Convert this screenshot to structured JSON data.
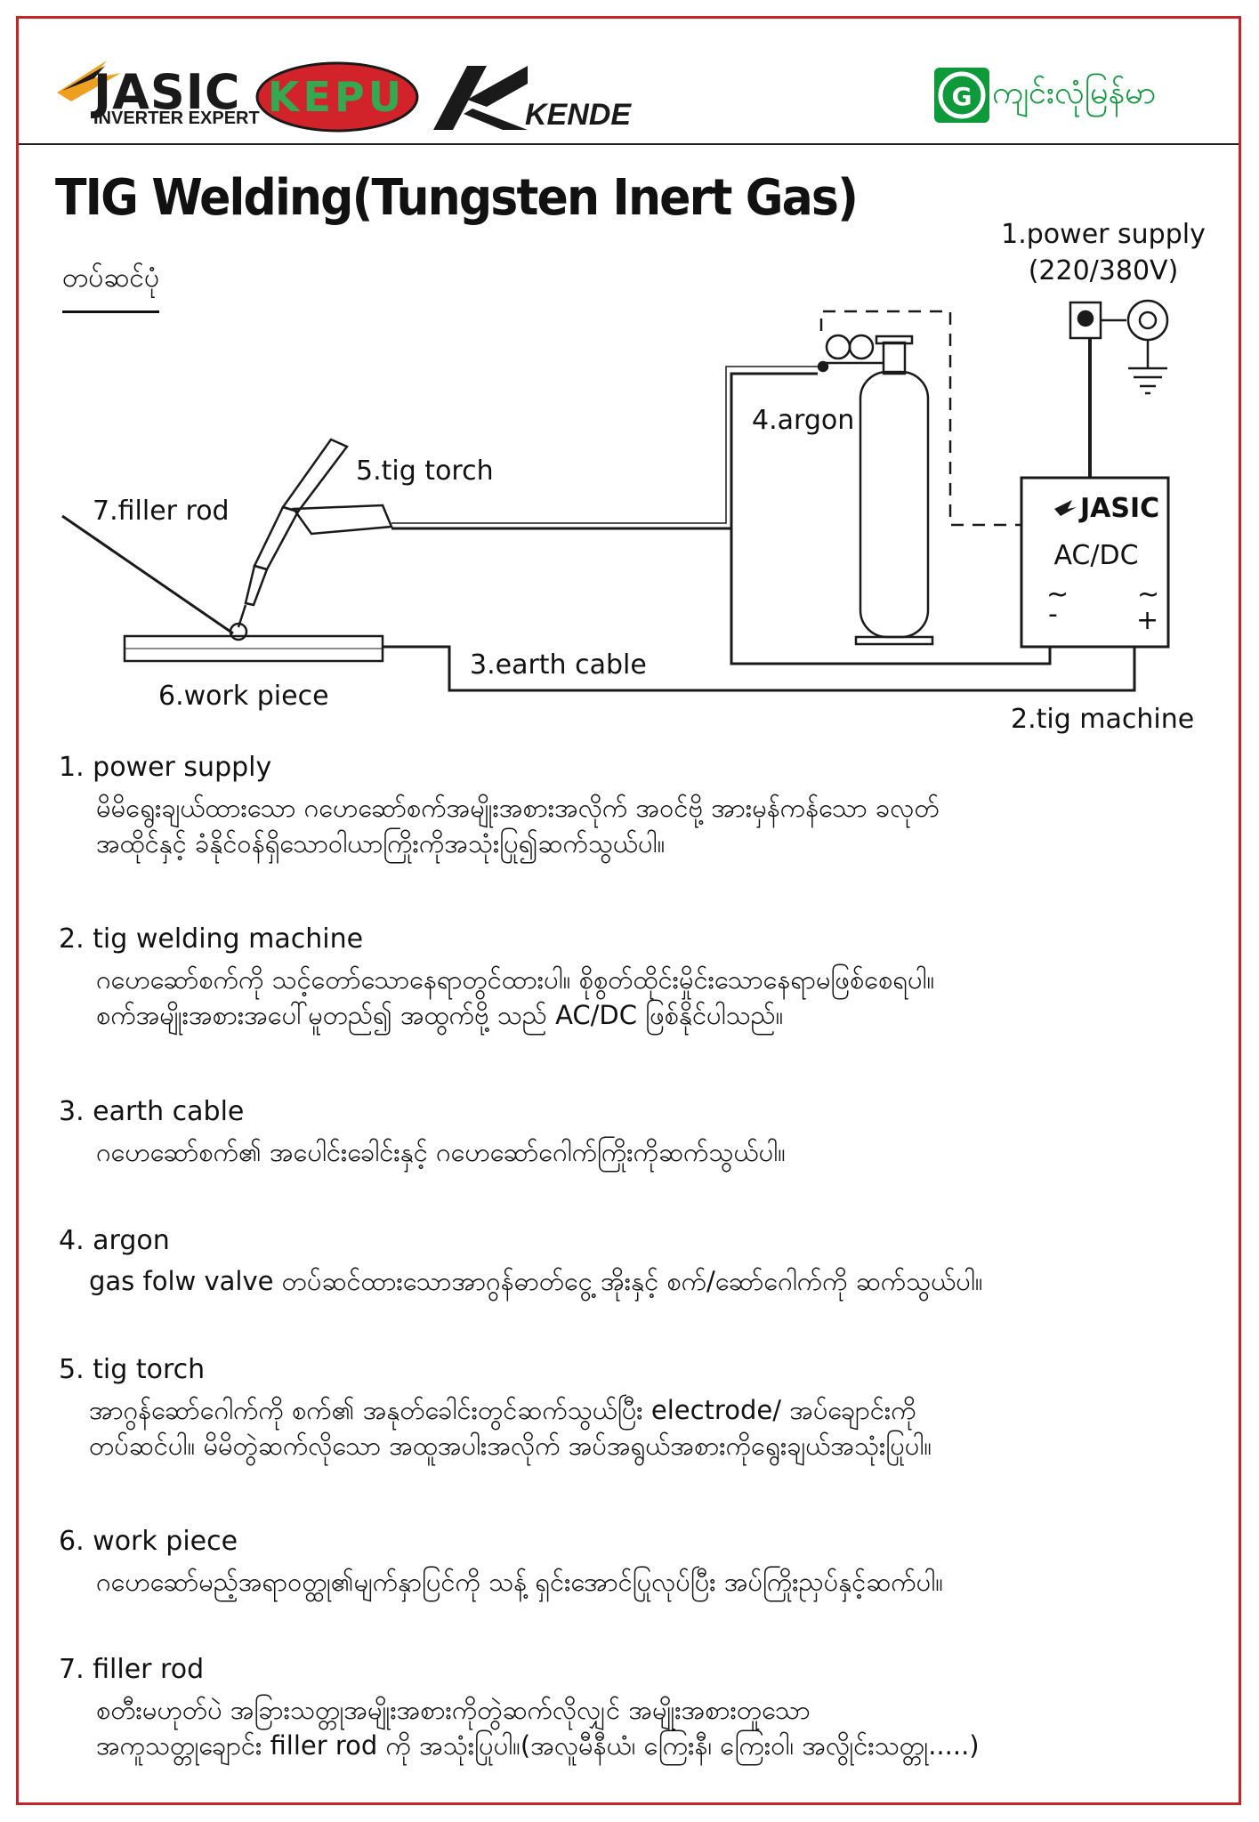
{
  "header": {
    "jasic": {
      "name": "JASIC",
      "tagline": "INVERTER EXPERT"
    },
    "kepu": {
      "name": "KEPU"
    },
    "kende": {
      "name": "KENDE"
    },
    "gj": {
      "name": "ကျင်းလုံမြန်မာ"
    }
  },
  "title": "TIG Welding(Tungsten Inert Gas)",
  "subtitle": "တပ်ဆင်ပုံ",
  "diagram": {
    "labels": {
      "power_supply_1": "1.power supply",
      "power_supply_2": "(220/380V)",
      "argon": "4.argon",
      "tig_torch": "5.tig torch",
      "filler_rod": "7.filler rod",
      "earth_cable": "3.earth cable",
      "work_piece": "6.work piece",
      "tig_machine": "2.tig machine",
      "machine_brand": "JASIC",
      "machine_mode": "AC/DC",
      "terminal_minus": "-",
      "terminal_plus": "+"
    }
  },
  "items": [
    {
      "title": "1. power supply",
      "lines": [
        "မိမိရွေးချယ်ထားသော ဂဟေဆော်စက်အမျိုးအစားအလိုက် အဝင်ဗို့ အားမှန်ကန်သော ခလုတ်",
        "အထိုင်နှင့် ခံနိုင်ဝန်ရှိသောဝါယာကြိုးကိုအသုံးပြု၍ဆက်သွယ်ပါ။"
      ]
    },
    {
      "title": "2. tig welding machine",
      "lines": [
        "ဂဟေဆော်စက်ကို သင့်တော်သောနေရာတွင်ထားပါ။ စိုစွတ်ထိုင်းမှိုင်းသောနေရာမဖြစ်စေရပါ။",
        "စက်အမျိုးအစားအပေါ်မူတည်၍ အထွက်ဗို့ သည် AC/DC ဖြစ်နိုင်ပါသည်။"
      ]
    },
    {
      "title": "3. earth cable",
      "lines": [
        "ဂဟေဆော်စက်၏ အပေါင်းခေါင်းနှင့် ဂဟေဆော်ဂေါက်ကြိုးကိုဆက်သွယ်ပါ။"
      ]
    },
    {
      "title": "4. argon",
      "lines": [
        "gas folw valve တပ်ဆင်ထားသောအာဂွန်ဓာတ်ငွေ့ အိုးနှင့် စက်/ဆော်ဂေါက်ကို ဆက်သွယ်ပါ။"
      ]
    },
    {
      "title": "5. tig torch",
      "lines": [
        "အာဂွန်ဆော်ဂေါက်ကို စက်၏ အနုတ်ခေါင်းတွင်ဆက်သွယ်ပြီး electrode/ အပ်ချောင်းကို",
        "တပ်ဆင်ပါ။ မိမိတွဲဆက်လိုသော အထူအပါးအလိုက် အပ်အရွယ်အစားကိုရွေးချယ်အသုံးပြုပါ။"
      ]
    },
    {
      "title": "6. work piece",
      "lines": [
        "ဂဟေဆော်မည့်အရာဝတ္ထု၏မျက်နှာပြင်ကို သန့် ရှင်းအောင်ပြုလုပ်ပြီး အပ်ကြိုးညှပ်နှင့်ဆက်ပါ။"
      ]
    },
    {
      "title": "7. filler rod",
      "lines": [
        "စတီးမဟုတ်ပဲ အခြားသတ္တုအမျိုးအစားကိုတွဲဆက်လိုလျှင် အမျိုးအစားတူသော",
        "အကူသတ္တုချောင်း filler rod ကို အသုံးပြုပါ။(အလူမီနီယံ၊ ကြေးနီ၊ ကြေးဝါ၊ အလွိုင်းသတ္တု.....)"
      ]
    }
  ]
}
